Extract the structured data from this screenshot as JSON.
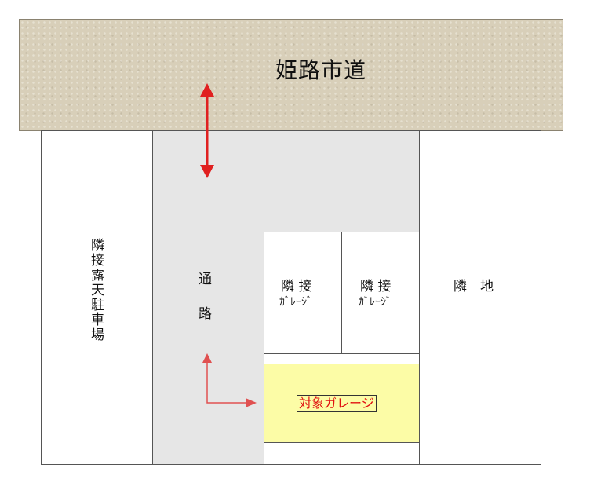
{
  "road": {
    "label": "姫路市道"
  },
  "left_plot": {
    "label": "隣接露天駐車場"
  },
  "passage": {
    "label_line1": "通",
    "label_line2": "路"
  },
  "garage_a": {
    "label_line1": "隣 接",
    "label_line2": "ｶﾞﾚｰｼﾞ"
  },
  "garage_b": {
    "label_line1": "隣 接",
    "label_line2": "ｶﾞﾚｰｼﾞ"
  },
  "right_plot": {
    "label": "隣　地"
  },
  "target_garage": {
    "label": "対象ガレージ"
  },
  "colors": {
    "road": "#d8cfb9",
    "passage": "#e6e6e6",
    "upper_area": "#e6e6e6",
    "target_fill": "#fcfca6",
    "target_text": "#e01010",
    "road_arrow": "#e02020",
    "route_arrow": "#e05050"
  }
}
